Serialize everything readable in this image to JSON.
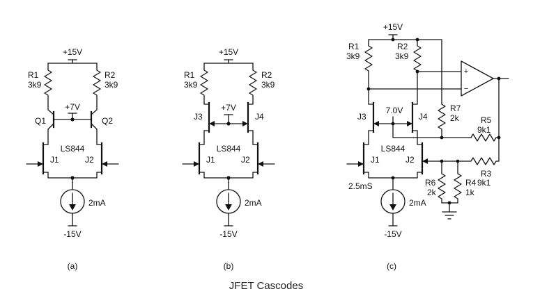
{
  "title": "JFET Cascodes",
  "circuits": {
    "a": {
      "caption": "(a)",
      "vpos": "+15V",
      "vneg": "-15V",
      "r1_name": "R1",
      "r1_val": "3k9",
      "r2_name": "R2",
      "r2_val": "3k9",
      "vmid": "+7V",
      "q1": "Q1",
      "q2": "Q2",
      "part": "LS844",
      "j1": "J1",
      "j2": "J2",
      "isrc": "2mA"
    },
    "b": {
      "caption": "(b)",
      "vpos": "+15V",
      "vneg": "-15V",
      "r1_name": "R1",
      "r1_val": "3k9",
      "r2_name": "R2",
      "r2_val": "3k9",
      "vmid": "+7V",
      "j3": "J3",
      "j4": "J4",
      "part": "LS844",
      "j1": "J1",
      "j2": "J2",
      "isrc": "2mA"
    },
    "c": {
      "caption": "(c)",
      "vpos": "+15V",
      "vneg": "-15V",
      "r1_name": "R1",
      "r1_val": "3k9",
      "r2_name": "R2",
      "r2_val": "3k9",
      "vmid": "7.0V",
      "j3": "J3",
      "j4": "J4",
      "part": "LS844",
      "j1": "J1",
      "j2": "J2",
      "gm": "2.5mS",
      "isrc": "2mA",
      "r7_name": "R7",
      "r7_val": "2k",
      "r5_name": "R5",
      "r5_val": "9k1",
      "r3_name": "R3",
      "r3_val": "9k1",
      "r6_name": "R6",
      "r6_val": "2k",
      "r4_name": "R4",
      "r4_val": "1k",
      "op_plus": "+",
      "op_minus": "−"
    }
  }
}
